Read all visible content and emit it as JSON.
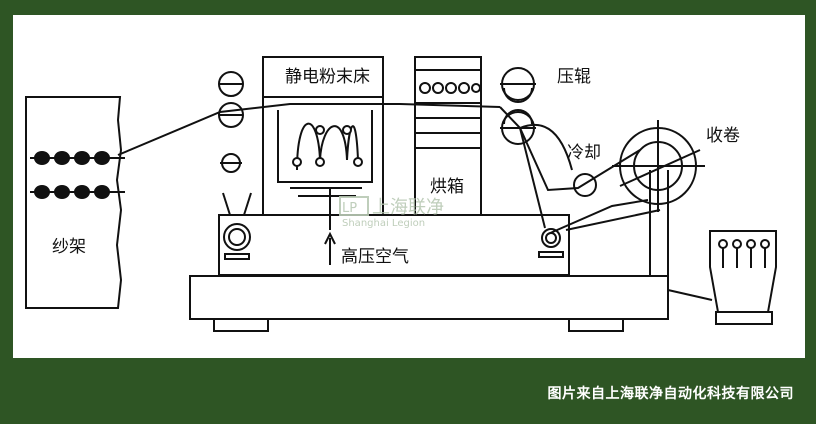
{
  "diagram": {
    "labels": {
      "creel": "纱架",
      "powder_bed": "静电粉末床",
      "oven": "烘箱",
      "press_roll": "压辊",
      "cooling": "冷却",
      "winder": "收卷",
      "hp_air": "高压空气"
    },
    "watermark": {
      "logo": "LP",
      "name": "上海联净",
      "english": "Shanghai Legion"
    }
  },
  "caption": "图片来自上海联净自动化科技有限公司",
  "colors": {
    "frame": "#2e5524",
    "panel": "#ffffff",
    "ink": "#111111"
  }
}
